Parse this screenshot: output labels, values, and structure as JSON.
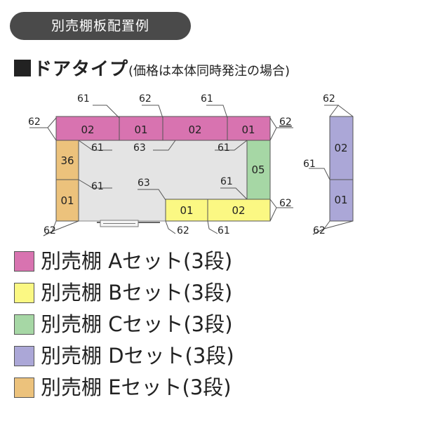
{
  "badge": "別売棚板配置例",
  "heading": {
    "marker": "■",
    "title": "ドアタイプ",
    "subtitle": "(価格は本体同時発注の場合)"
  },
  "colors": {
    "set_a": "#d873b0",
    "set_b": "#fbf883",
    "set_c": "#a6d7a5",
    "set_d": "#aba7d7",
    "set_e": "#ecc27c",
    "floor": "#e4e4e4"
  },
  "plan": {
    "shelves_top": [
      "02",
      "01",
      "02",
      "01"
    ],
    "shelves_left": [
      "36",
      "01"
    ],
    "shelf_right": "05",
    "shelves_bottom": [
      "01",
      "02"
    ],
    "side_shelves": [
      "02",
      "01"
    ],
    "callouts": {
      "top_61_a": "61",
      "top_62": "62",
      "top_61_b": "61",
      "left_62": "62",
      "right_62_top": "62",
      "inner_61_a": "61",
      "inner_63_a": "63",
      "inner_61_b": "61",
      "inner_61_c": "61",
      "inner_63_b": "63",
      "inner_61_d": "61",
      "right_62_bottom": "62",
      "bottom_62_left": "62",
      "bottom_62_mid": "62",
      "bottom_61": "61",
      "side_62_top": "62",
      "side_61": "61",
      "side_62_bottom": "62"
    }
  },
  "legend": [
    {
      "text": "別売棚 Aセット(3段)",
      "color": "#d873b0"
    },
    {
      "text": "別売棚 Bセット(3段)",
      "color": "#fbf883"
    },
    {
      "text": "別売棚 Cセット(3段)",
      "color": "#a6d7a5"
    },
    {
      "text": "別売棚 Dセット(3段)",
      "color": "#aba7d7"
    },
    {
      "text": "別売棚 Eセット(3段)",
      "color": "#ecc27c"
    }
  ]
}
